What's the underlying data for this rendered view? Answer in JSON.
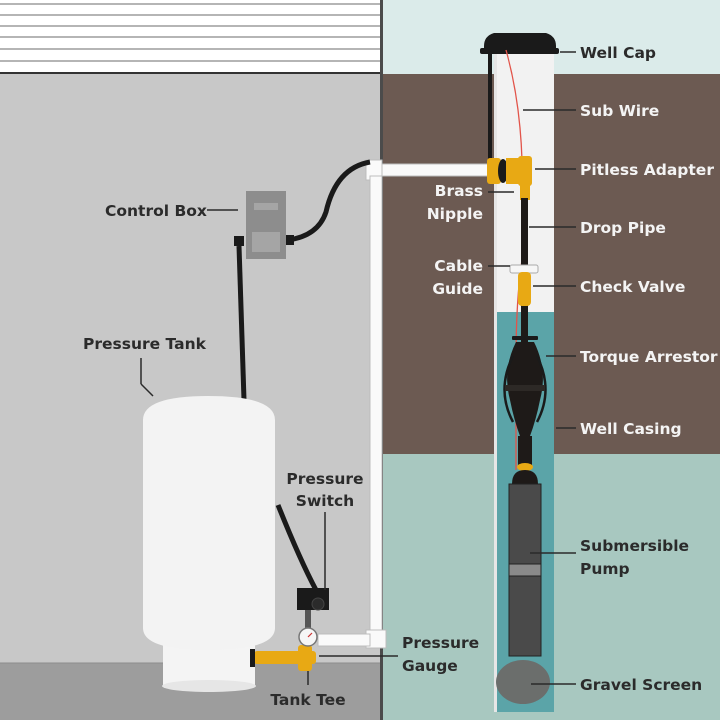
{
  "title": "Submersible well pump system diagram",
  "colors": {
    "siding": "#ffffff",
    "wall": "#c8c8c8",
    "floor": "#9a9a9a",
    "sky": "#dbebea",
    "soil": "#6c5a52",
    "groundwater": "#a8c8c0",
    "water_in_casing": "#5ba4a8",
    "brass": "#e8a914",
    "pipe": "#1e1a18",
    "wire": "#e2544a"
  },
  "labels": {
    "well_cap": "Well Cap",
    "sub_wire": "Sub Wire",
    "pitless_adapter": "Pitless Adapter",
    "brass_nipple_1": "Brass",
    "brass_nipple_2": "Nipple",
    "drop_pipe": "Drop Pipe",
    "cable_guide_1": "Cable",
    "cable_guide_2": "Guide",
    "check_valve": "Check Valve",
    "torque_arrestor": "Torque Arrestor",
    "well_casing": "Well Casing",
    "submersible_pump_1": "Submersible",
    "submersible_pump_2": "Pump",
    "gravel_screen": "Gravel Screen",
    "control_box": "Control Box",
    "pressure_tank": "Pressure Tank",
    "pressure_switch_1": "Pressure",
    "pressure_switch_2": "Switch",
    "pressure_gauge_1": "Pressure",
    "pressure_gauge_2": "Gauge",
    "tank_tee": "Tank Tee"
  }
}
